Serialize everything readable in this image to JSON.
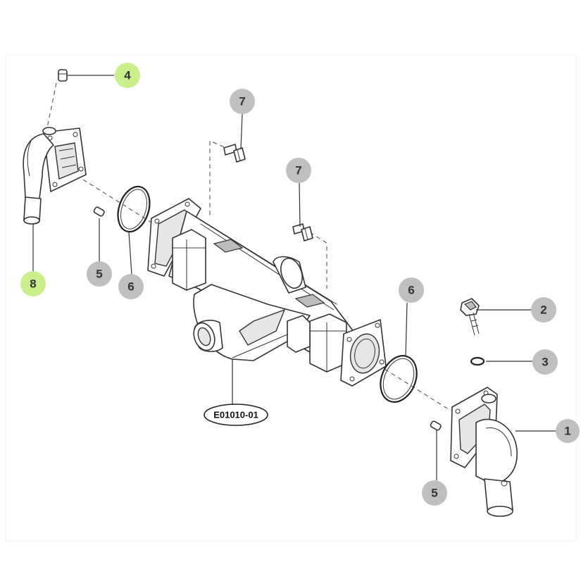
{
  "diagram": {
    "assembly_code": "E01010-01",
    "colors": {
      "callout_default": "#bfbfbf",
      "callout_highlight": "#c9f08a",
      "line": "#333333"
    },
    "callouts": [
      {
        "id": "c4",
        "label": "4",
        "highlighted": true
      },
      {
        "id": "c7a",
        "label": "7",
        "highlighted": false
      },
      {
        "id": "c7b",
        "label": "7",
        "highlighted": false
      },
      {
        "id": "c8",
        "label": "8",
        "highlighted": true
      },
      {
        "id": "c5a",
        "label": "5",
        "highlighted": false
      },
      {
        "id": "c6a",
        "label": "6",
        "highlighted": false
      },
      {
        "id": "c6b",
        "label": "6",
        "highlighted": false
      },
      {
        "id": "c2",
        "label": "2",
        "highlighted": false
      },
      {
        "id": "c3",
        "label": "3",
        "highlighted": false
      },
      {
        "id": "c1",
        "label": "1",
        "highlighted": false
      },
      {
        "id": "c5b",
        "label": "5",
        "highlighted": false
      }
    ]
  }
}
